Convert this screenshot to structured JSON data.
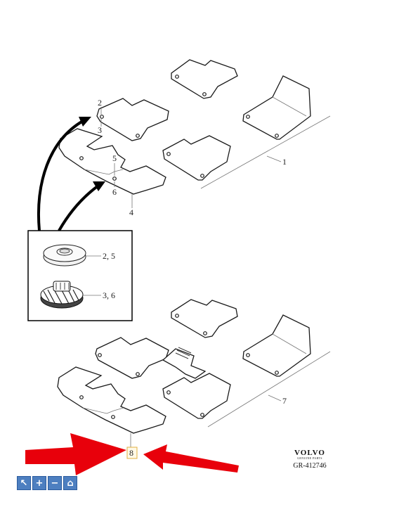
{
  "callouts": {
    "c1": "1",
    "c2": "2",
    "c3": "3",
    "c4": "4",
    "c5": "5",
    "c6": "6",
    "c7": "7",
    "c8": "8",
    "detail_a": "2, 5",
    "detail_b": "3, 6"
  },
  "brand": {
    "logo": "VOLVO",
    "subtitle": "GENUINE PARTS",
    "code": "GR-412746"
  },
  "toolbar": {
    "buttons": [
      {
        "name": "select-pointer",
        "glyph": "↖"
      },
      {
        "name": "zoom-in",
        "glyph": "+"
      },
      {
        "name": "zoom-out",
        "glyph": "−"
      },
      {
        "name": "home",
        "glyph": "⌂"
      }
    ]
  },
  "colors": {
    "highlight_arrow": "#e8000b",
    "toolbar_button": "#4d7fc0",
    "callout_highlight": "#e0b040"
  }
}
